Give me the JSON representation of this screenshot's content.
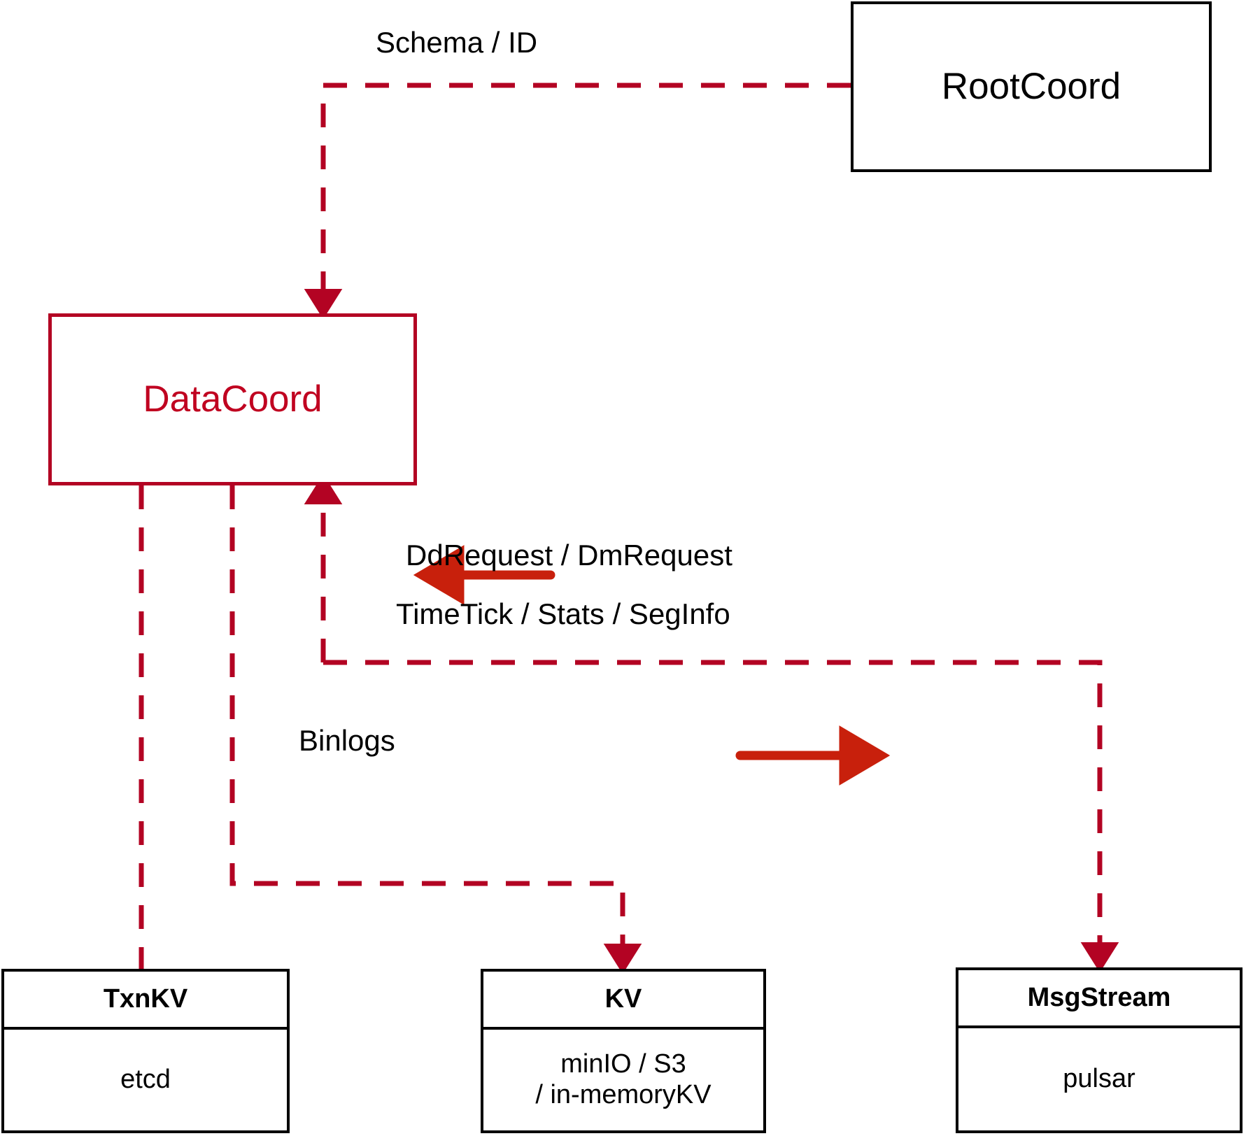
{
  "diagram": {
    "title": "DataCoord component dependency diagram",
    "colors": {
      "accent_red": "#b30323",
      "node_text_red": "#c00020",
      "arrow_red": "#c8200c",
      "black": "#000000",
      "background": "#ffffff"
    },
    "nodes": [
      {
        "id": "rootcoord",
        "label": "RootCoord",
        "style": "black-box"
      },
      {
        "id": "datacoord",
        "label": "DataCoord",
        "style": "red-box"
      },
      {
        "id": "txnkv",
        "label": "TxnKV",
        "sublabel": "etcd",
        "style": "black-split-box"
      },
      {
        "id": "kv",
        "label": "KV",
        "sublabel": "minIO / S3\n/ in-memoryKV",
        "sublabel_line1": "minIO / S3",
        "sublabel_line2": "/ in-memoryKV",
        "style": "black-split-box"
      },
      {
        "id": "msgstream",
        "label": "MsgStream",
        "sublabel": "pulsar",
        "style": "black-split-box"
      }
    ],
    "edges": [
      {
        "id": "schema",
        "label": "Schema / ID",
        "from": "rootcoord",
        "to": "datacoord",
        "style": "dashed",
        "arrow": "to"
      },
      {
        "id": "ddrequest",
        "label": "DdRequest / DmRequest",
        "from": "msgstream",
        "to": "datacoord",
        "style": "solid-annotation",
        "arrow": "left"
      },
      {
        "id": "timetick",
        "label": "TimeTick / Stats / SegInfo",
        "from": "datacoord",
        "to": "msgstream",
        "style": "solid-annotation",
        "arrow": "right"
      },
      {
        "id": "binlogs",
        "label": "Binlogs",
        "from": "datacoord",
        "to": "kv",
        "style": "dashed",
        "arrow": "to"
      },
      {
        "id": "txnkv-edge",
        "label": "",
        "from": "datacoord",
        "to": "txnkv",
        "style": "dashed",
        "arrow": "none"
      },
      {
        "id": "msgstream-edge",
        "label": "",
        "from": "datacoord",
        "to": "msgstream",
        "style": "dashed",
        "arrow": "to"
      }
    ]
  }
}
